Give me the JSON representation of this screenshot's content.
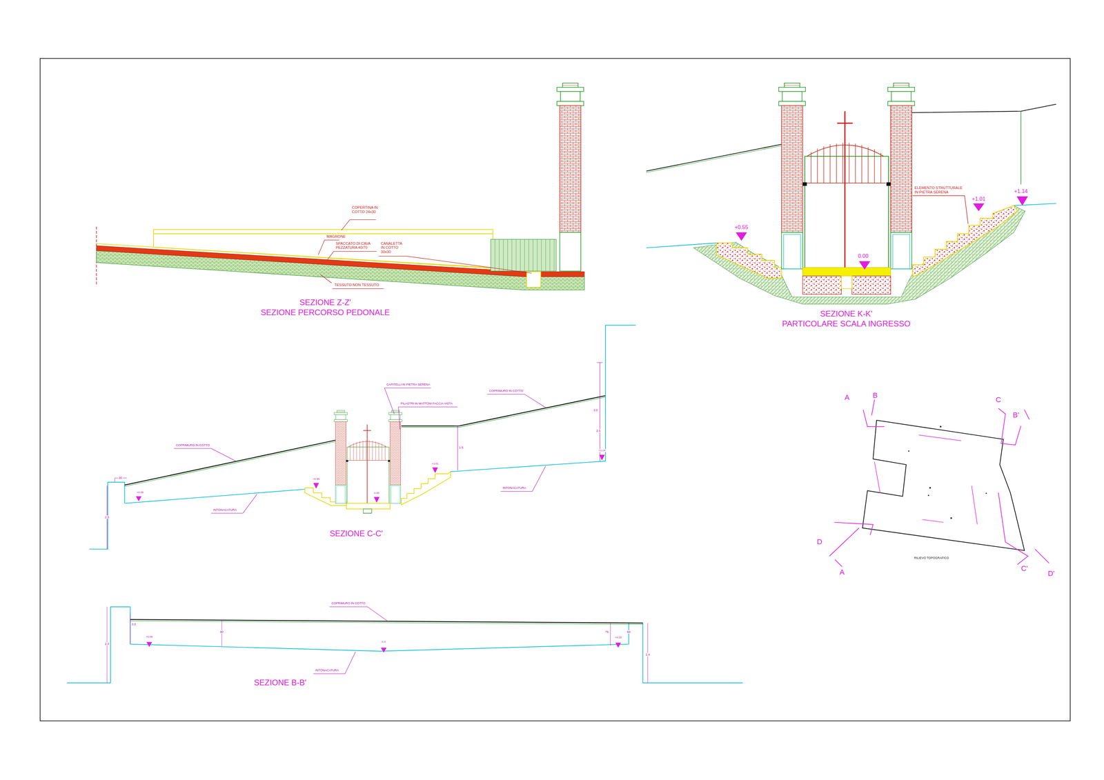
{
  "diagram": {
    "labels": [
      "COPERTINA IN COTTO 24x30",
      "MAGRONE",
      "SPACCATO DI CAVA PEZZATURA 40/70",
      "CANALETTA IN COTTO 30x30",
      "TESSUTO NON TESSUTO",
      "SEZIONE Z-Z'",
      "SEZIONE PERCORSO PEDONALE",
      "+0.55",
      "0.00",
      "ELEMENTO STRUTTURALE IN PIETRA SERENA",
      "+1.01",
      "+1.14",
      "SEZIONE K-K'",
      "PARTICOLARE SCALA INGRESSO",
      "CAPITELLI IN PIETRA SERENA",
      "PILASTRI IN MATTONI FACCIA VISTA",
      "COPRIMURO IN COTTO",
      "COPRIMURO IN COTTO",
      "30",
      "+0.05",
      "2.5",
      "INTONACATURA",
      "+0.55",
      "0.00",
      "+1.01",
      "1.5",
      "3.0",
      "2.5",
      "+1.14",
      "INTONACATURA",
      "SEZIONE C-C'",
      "COPRIMURO IN COTTO",
      "3.0",
      "2.0",
      "+0.09",
      "90",
      "0.0",
      "75",
      "+0.15",
      "60",
      "2.4",
      "INTONACATURA",
      "SEZIONE B-B'",
      "A",
      "B",
      "C",
      "B'",
      "D",
      "A",
      "C'",
      "D'",
      "RILIEVO TOPOGRAFICO"
    ]
  }
}
